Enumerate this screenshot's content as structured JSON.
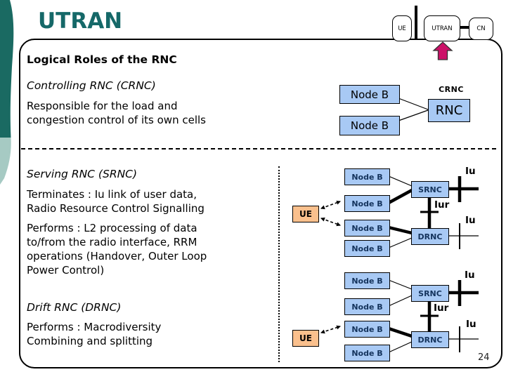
{
  "slide": {
    "title": "UTRAN",
    "heading": "Logical Roles of the RNC",
    "page_number": "24"
  },
  "nav": {
    "ue": "UE",
    "utran": "UTRAN",
    "cn": "CN"
  },
  "sections": {
    "crnc": {
      "heading": "Controlling RNC (CRNC)",
      "body": "Responsible for the load and\ncongestion control of its own cells"
    },
    "srnc": {
      "heading": "Serving RNC (SRNC)",
      "body1": "Terminates : Iu link of user data,\nRadio Resource Control Signalling",
      "body2": "Performs : L2 processing of data\nto/from the radio interface, RRM\noperations (Handover, Outer Loop\nPower Control)"
    },
    "drnc": {
      "heading": "Drift RNC (DRNC)",
      "body": "Performs : Macrodiversity\nCombining and splitting"
    }
  },
  "labels": {
    "node_b": "Node B",
    "rnc": "RNC",
    "crnc": "CRNC",
    "srnc": "SRNC",
    "drnc": "DRNC",
    "ue": "UE",
    "iu": "Iu",
    "iur": "Iur"
  },
  "colors": {
    "title_teal": "#156868",
    "decor_dark_teal": "#1A6A62",
    "decor_light_teal": "#A6CAC3",
    "node_box_blue": "#A8C9F4",
    "ue_box_orange": "#FAC08D",
    "arrow_magenta": "#CC1168",
    "diagram_text_navy": "#14335C"
  }
}
